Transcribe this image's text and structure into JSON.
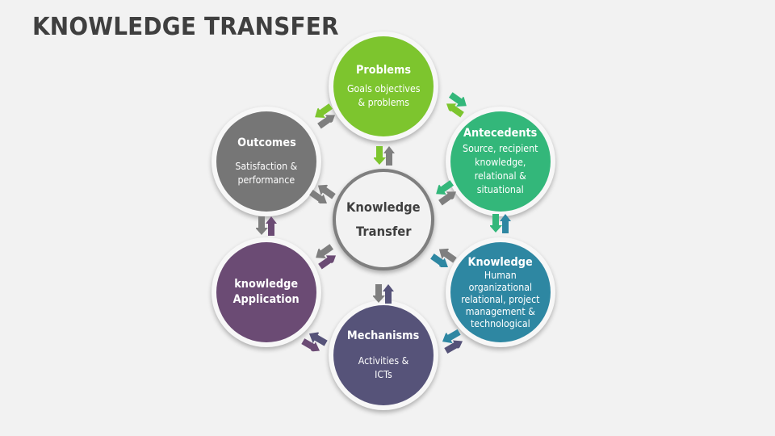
{
  "title": "KNOWLEDGE TRANSFER",
  "center": {
    "line1": "Knowledge",
    "line2": "Transfer",
    "border_color": "#7f7f7f"
  },
  "nodes": [
    {
      "id": "problems",
      "heading": "Problems",
      "description": "Goals objectives\n& problems",
      "color": "#7dc52e"
    },
    {
      "id": "antecedents",
      "heading": "Antecedents",
      "description": "Source, recipient\nknowledge,\nrelational &\nsituational",
      "color": "#33b77a"
    },
    {
      "id": "knowledge",
      "heading": "Knowledge",
      "description": "Human\norganizational\nrelational, project\nmanagement &\ntechnological",
      "color": "#2e87a2"
    },
    {
      "id": "mechanisms",
      "heading": "Mechanisms",
      "description": "Activities &\nICTs",
      "color": "#565379"
    },
    {
      "id": "knowledge-application",
      "heading": "knowledge\nApplication",
      "description": "",
      "color": "#6b4b74"
    },
    {
      "id": "outcomes",
      "heading": "Outcomes",
      "description": "Satisfaction &\nperformance",
      "color": "#767676"
    }
  ],
  "arrow_colors": {
    "gray": "#7f7f7f",
    "green": "#7dc52e",
    "teal_green": "#33b77a",
    "blue": "#2e87a2",
    "indigo": "#565379",
    "purple": "#6b4b74"
  }
}
